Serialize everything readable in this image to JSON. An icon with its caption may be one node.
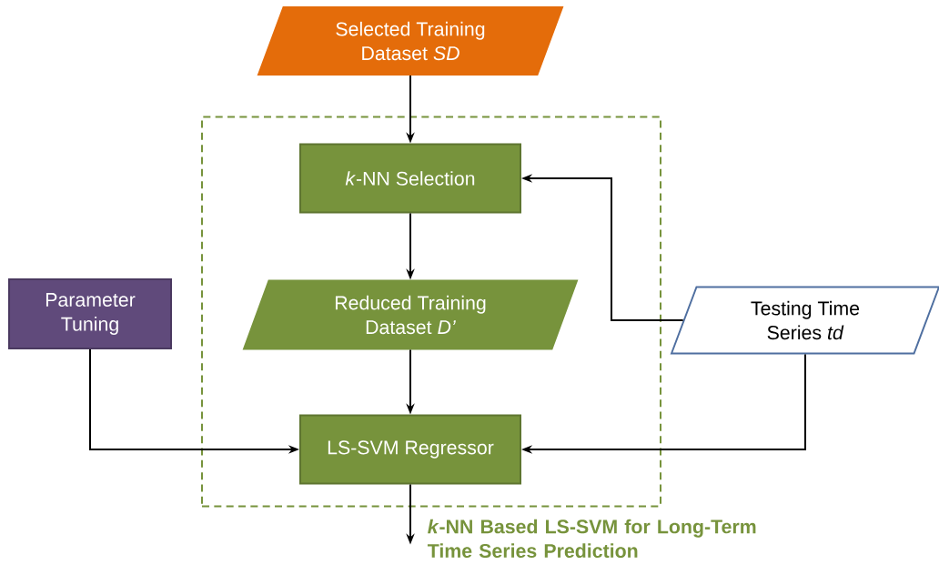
{
  "diagram": {
    "nodes": [
      {
        "text": [
          "*k*-NN Based LS-SVM for Long-Term Time Series Prediction"
        ]
      },
      {
        "text": [
          "Selected Training Dataset *SD*"
        ]
      },
      {
        "text": [
          "*k*-NN Selection"
        ],
        "in": 0
      },
      {
        "text": [
          "Reduced Training Dataset *D’*"
        ],
        "in": 0
      },
      {
        "text": [
          "LS-SVM Regressor"
        ],
        "in": 0
      },
      {
        "text": [
          "Parameter Tuning"
        ]
      },
      {
        "text": [
          "Testing Time Series *td*"
        ]
      }
    ],
    "edges": [
      {
        "from": 1,
        "to": 2,
        "arrow": "to"
      },
      {
        "from": 2,
        "to": 3,
        "arrow": "to"
      },
      {
        "from": 3,
        "to": 4,
        "arrow": "to"
      },
      {
        "from": 5,
        "to": 4,
        "arrow": "to"
      },
      {
        "from": 6,
        "to": 2,
        "arrow": "to"
      },
      {
        "from": 6,
        "to": 4,
        "arrow": "to"
      },
      {
        "from": 4,
        "to": null,
        "arrow": "to"
      }
    ]
  }
}
